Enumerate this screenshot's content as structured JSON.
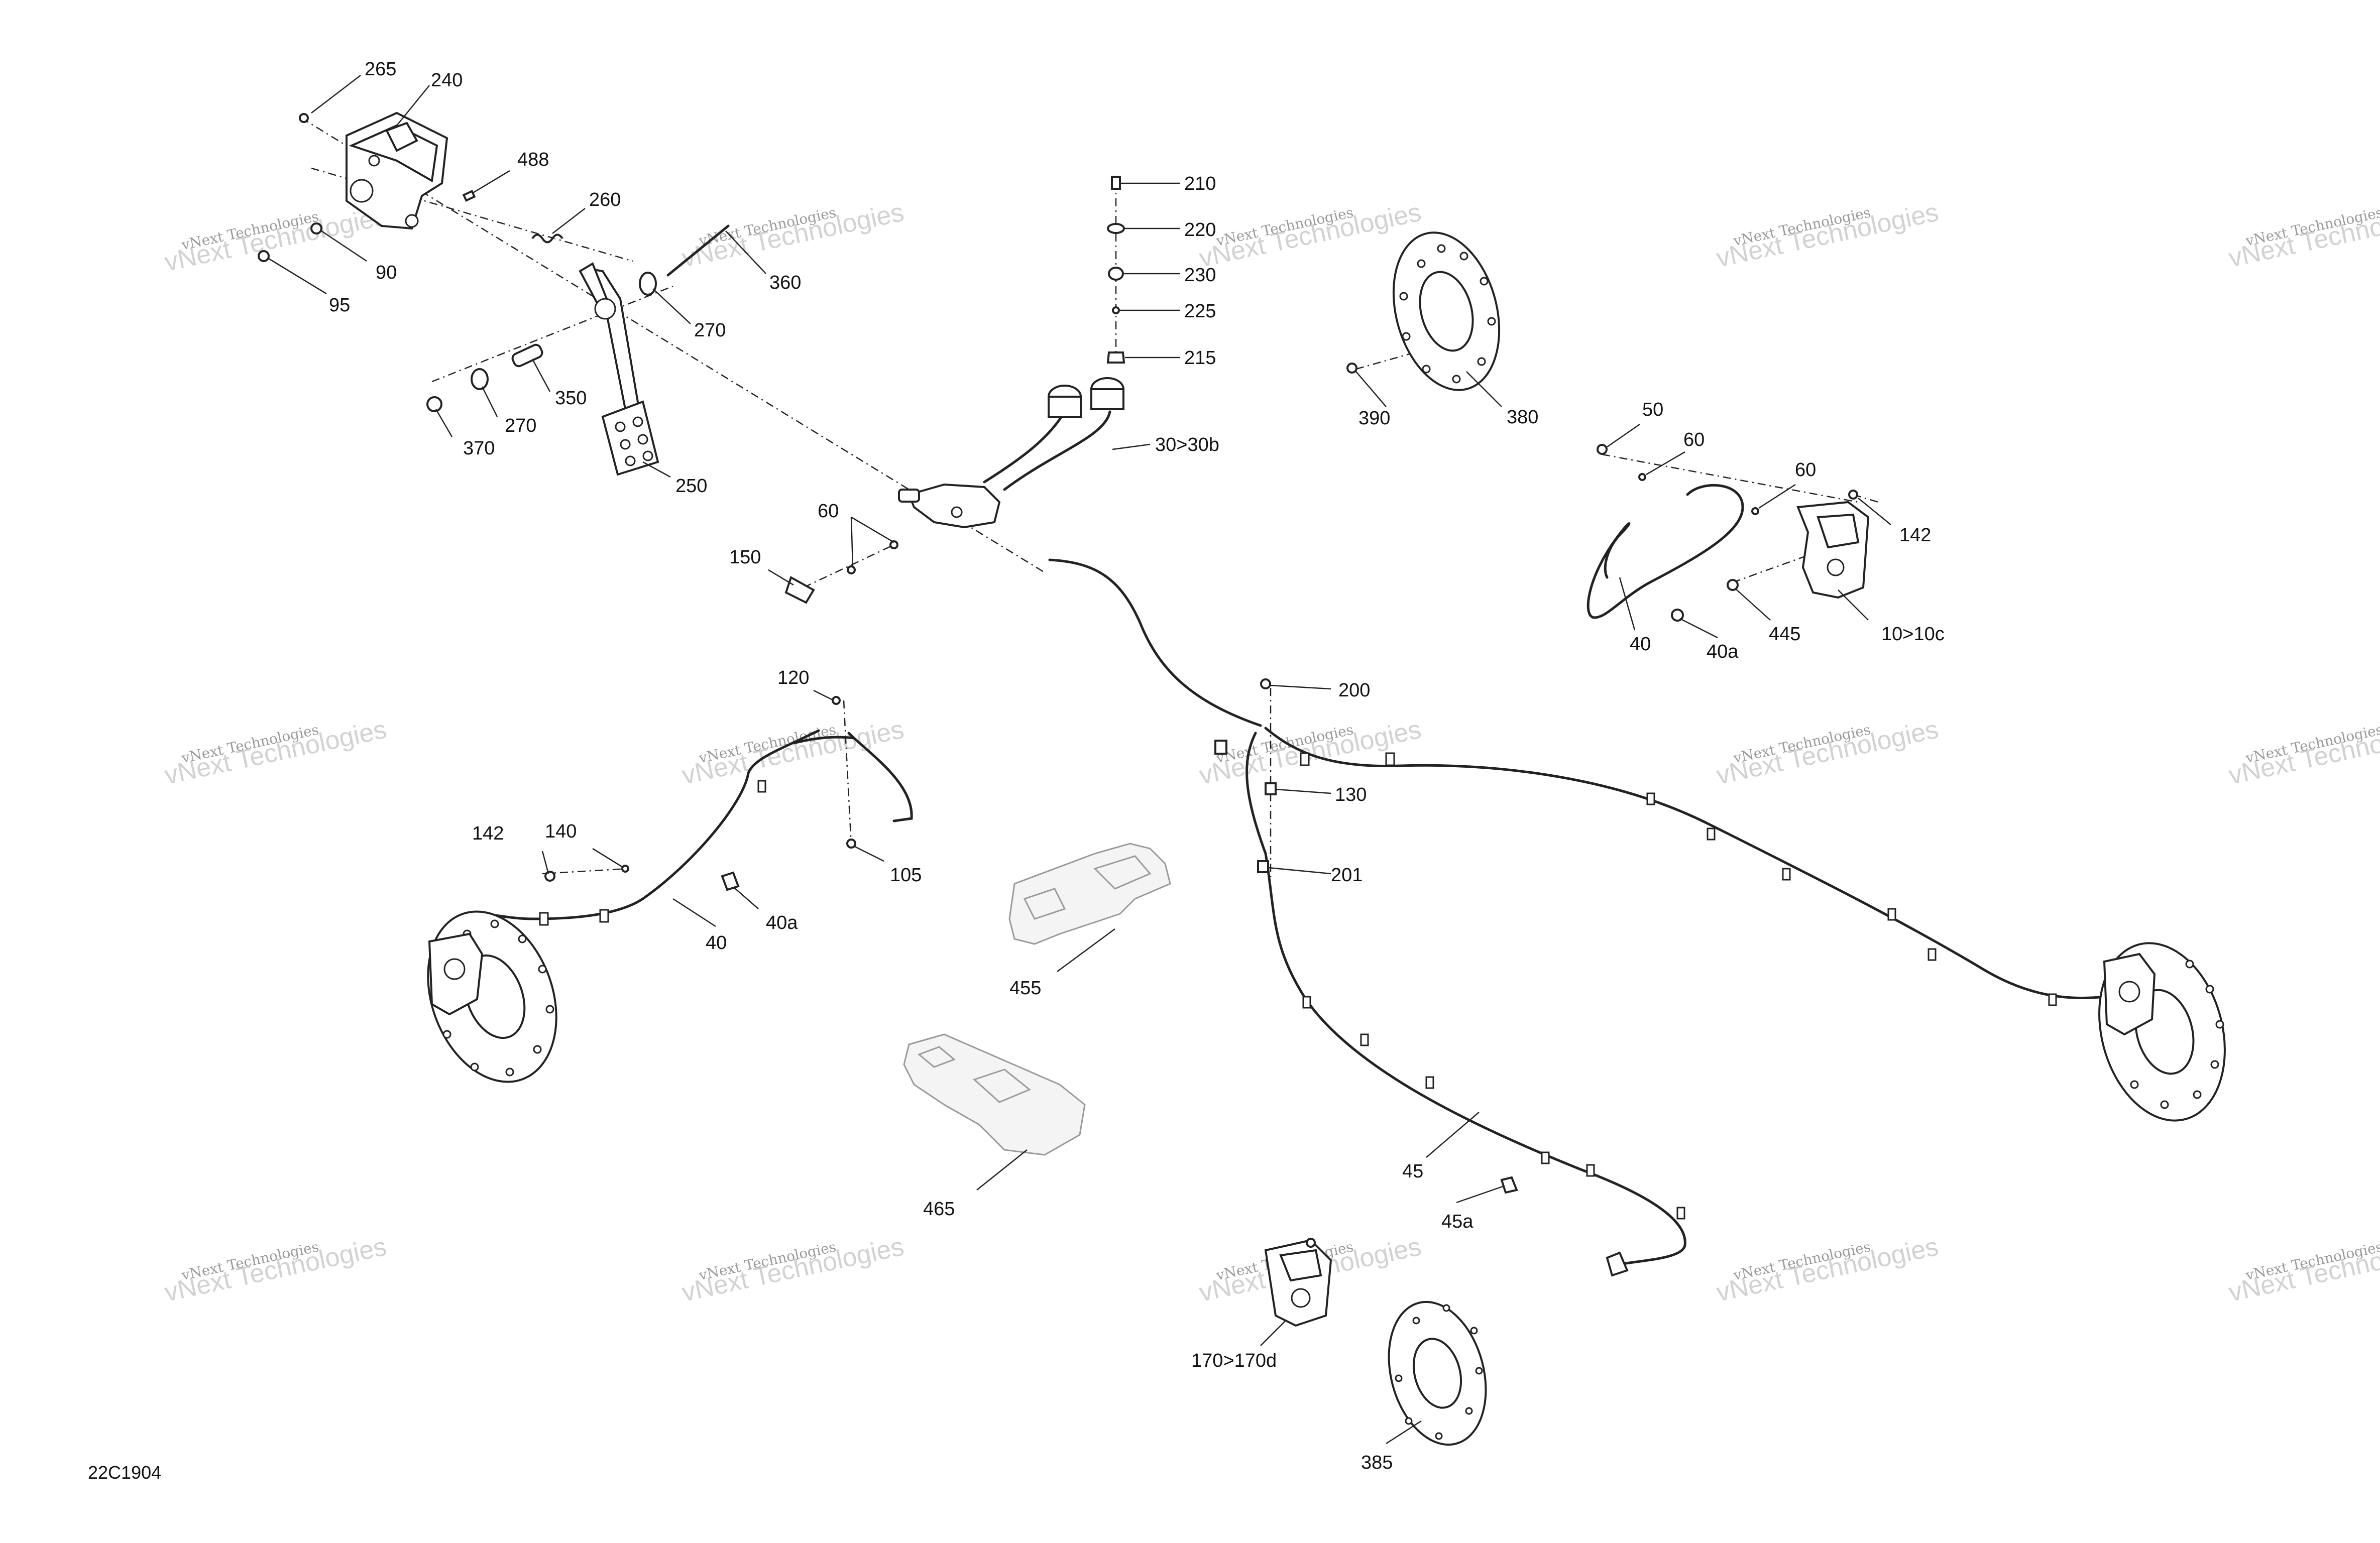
{
  "diagram_code": "22C1904",
  "watermark": {
    "line1": "vNext Technologies",
    "line2": "vNext Technologies"
  },
  "callouts": {
    "c265": "265",
    "c240": "240",
    "c488": "488",
    "c260": "260",
    "c90": "90",
    "c95": "95",
    "c360": "360",
    "c270a": "270",
    "c350": "350",
    "c270b": "270",
    "c370": "370",
    "c250": "250",
    "c210": "210",
    "c220": "220",
    "c230": "230",
    "c225": "225",
    "c215": "215",
    "c30": "30>30b",
    "c60a": "60",
    "c150": "150",
    "c390": "390",
    "c380": "380",
    "c50": "50",
    "c60b": "60",
    "c60c": "60",
    "c142a": "142",
    "c40a": "40",
    "c40aa": "40a",
    "c445": "445",
    "c10": "10>10c",
    "c200": "200",
    "c130": "130",
    "c201": "201",
    "c120": "120",
    "c142b": "142",
    "c140": "140",
    "c105": "105",
    "c40ab": "40a",
    "c40b": "40",
    "c455": "455",
    "c465": "465",
    "c45": "45",
    "c45a": "45a",
    "c170": "170>170d",
    "c385": "385"
  },
  "colors": {
    "line": "#222222",
    "watermark_small": "#9a9a9a",
    "watermark_large": "#d2d2d2",
    "background": "#ffffff"
  }
}
